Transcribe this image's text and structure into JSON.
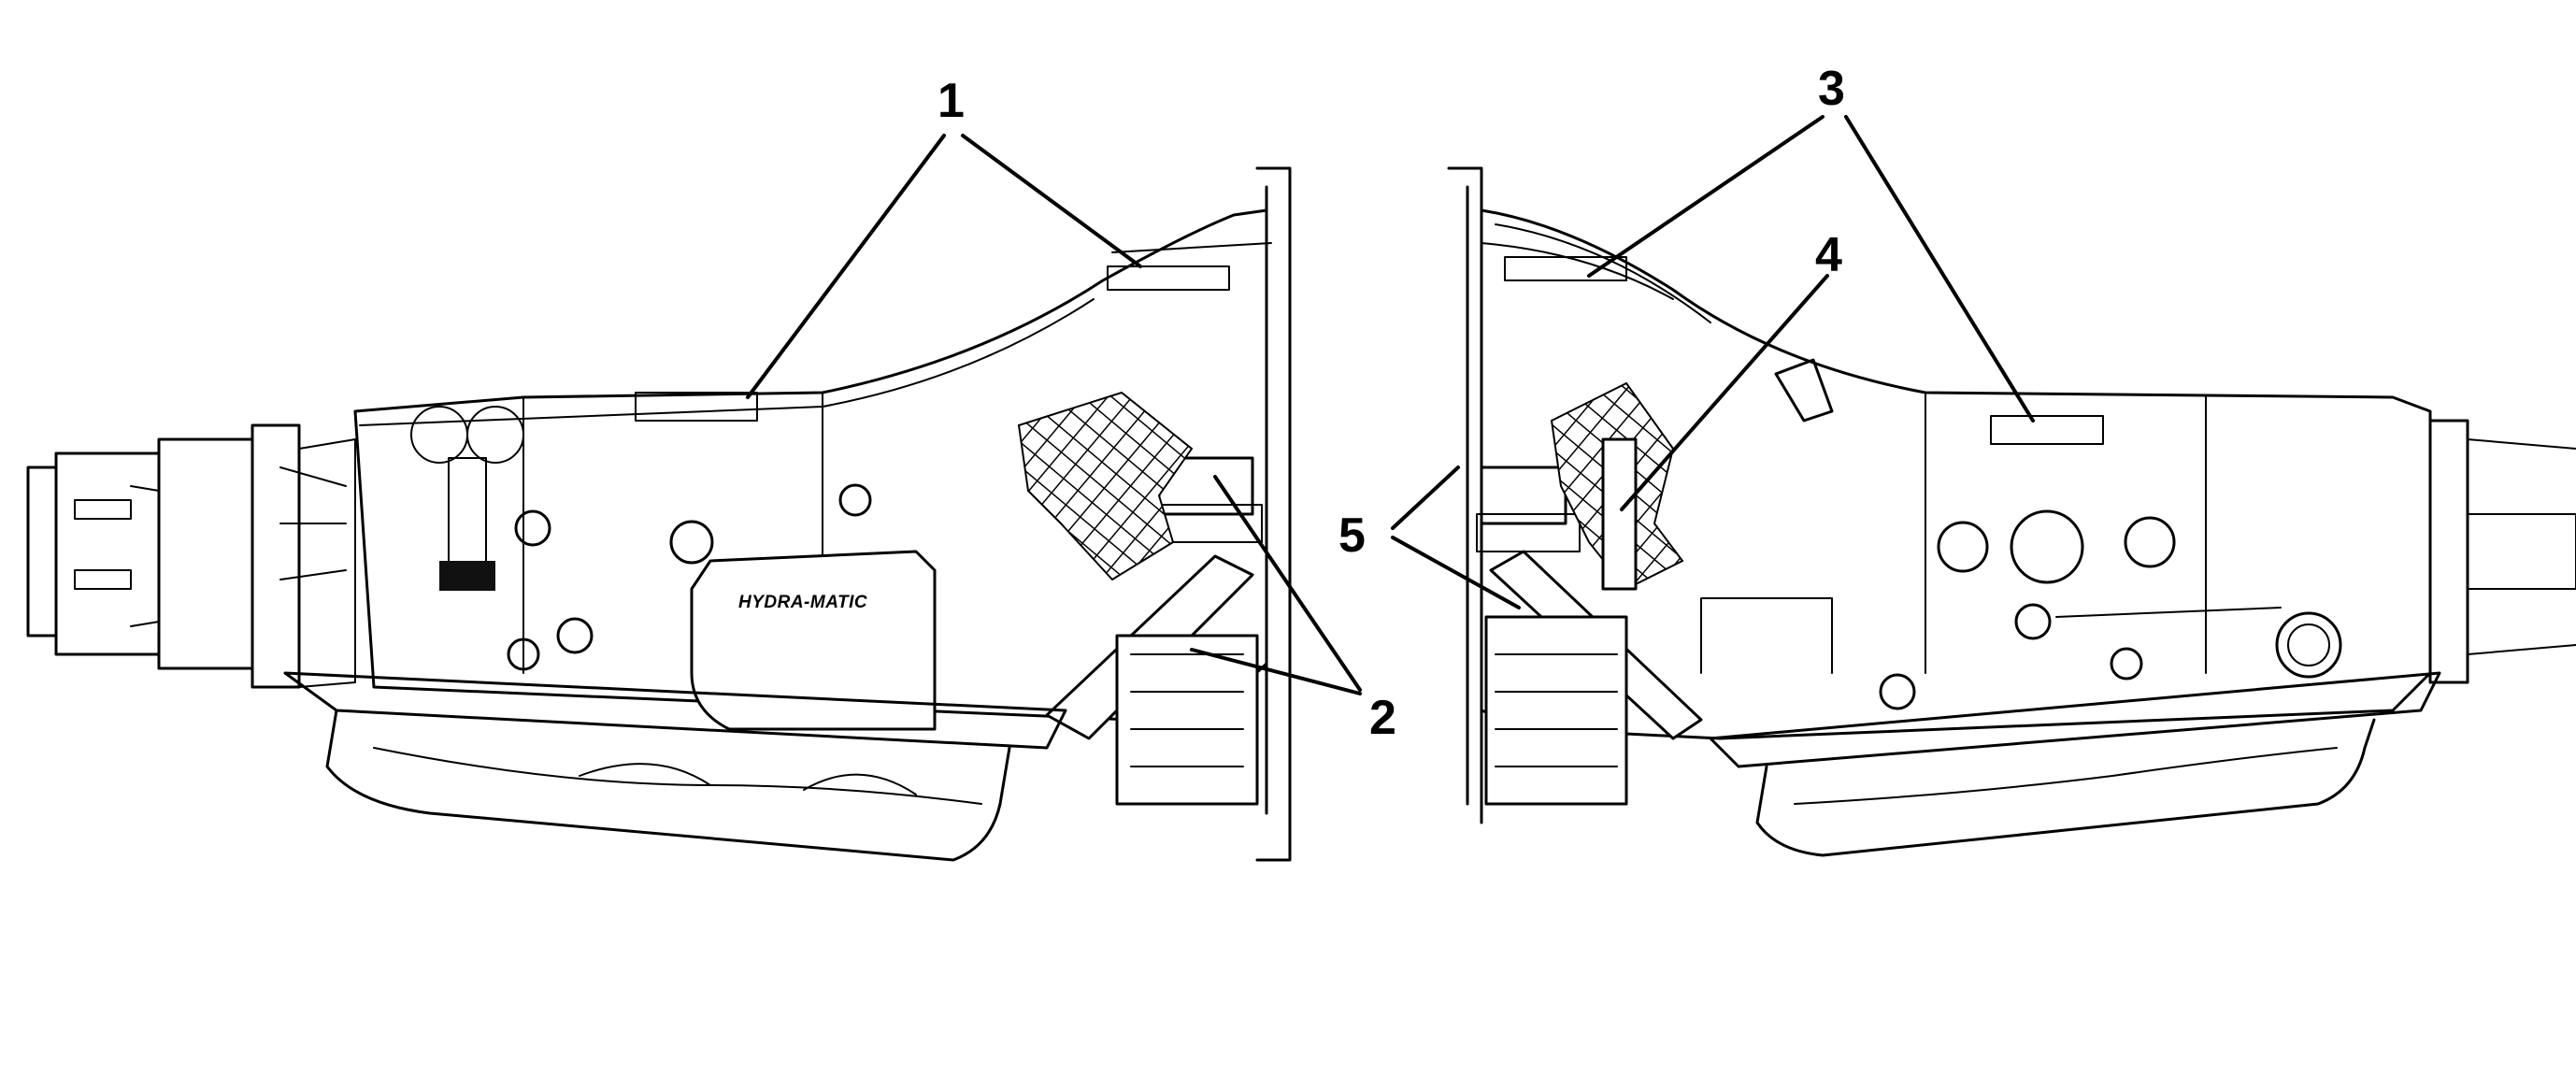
{
  "diagram": {
    "brand_text": "HYDRA-MATIC",
    "callouts": [
      {
        "id": "1",
        "label": "1"
      },
      {
        "id": "2",
        "label": "2"
      },
      {
        "id": "3",
        "label": "3"
      },
      {
        "id": "4",
        "label": "4"
      },
      {
        "id": "5",
        "label": "5"
      }
    ]
  }
}
